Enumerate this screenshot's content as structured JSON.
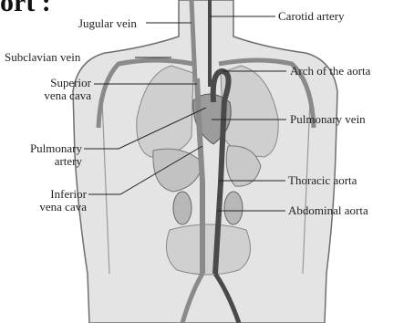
{
  "title_fragment": "ort :",
  "labels": {
    "jugular_vein": "Jugular vein",
    "carotid_artery": "Carotid artery",
    "subclavian_vein": "Subclavian vein",
    "superior_vena_cava_1": "Superior",
    "superior_vena_cava_2": "vena cava",
    "arch_of_aorta": "Arch of the aorta",
    "pulmonary_vein": "Pulmonary vein",
    "pulmonary_artery_1": "Pulmonary",
    "pulmonary_artery_2": "artery",
    "inferior_vena_cava_1": "Inferior",
    "inferior_vena_cava_2": "vena cava",
    "thoracic_aorta": "Thoracic aorta",
    "abdominal_aorta": "Abdominal aorta"
  },
  "colors": {
    "body_fill": "#d8d8d8",
    "body_outline": "#6e6e6e",
    "vein": "#8a8a8a",
    "artery": "#4a4a4a",
    "organ": "#b5b5b5",
    "leader": "#222222"
  }
}
